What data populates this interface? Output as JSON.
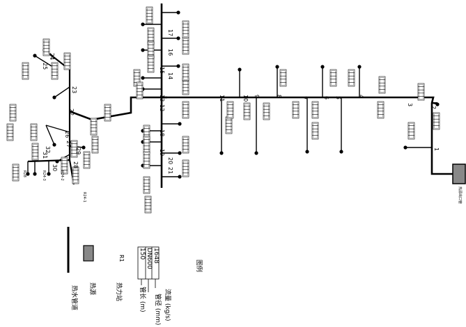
{
  "legend": {
    "title": "图例",
    "flow_value": "1648",
    "diameter_value": "DN600",
    "length_value": "150",
    "flow_label": "流量 (kg/s)",
    "diameter_label": "管径 (mm)",
    "length_label": "管长 (m)",
    "station_tag": "R1",
    "station_label": "热力站",
    "source_label": "热源",
    "pipe_label": "热水管道"
  },
  "node_labels": [
    "1",
    "2",
    "3",
    "4",
    "5",
    "6",
    "7",
    "8",
    "9",
    "10",
    "11",
    "12",
    "13",
    "14",
    "15",
    "16",
    "17",
    "18",
    "19",
    "20",
    "21",
    "22",
    "23",
    "24",
    "25",
    "26",
    "27",
    "28",
    "29",
    "30",
    "31",
    "32"
  ],
  "source_tag": "热源出口管",
  "station_tags": [
    "R24-1",
    "R24-2",
    "R24-3",
    "R28"
  ]
}
